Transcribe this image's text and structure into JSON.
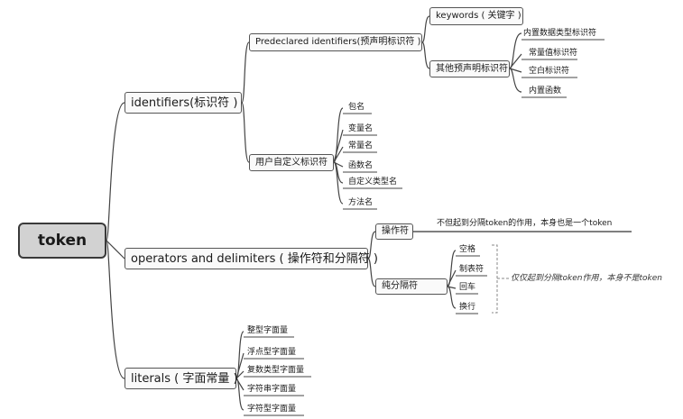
{
  "root": {
    "label": "token"
  },
  "identifiers": {
    "label": "identifiers(标识符 )",
    "predeclared": {
      "label": "Predeclared identifiers(预声明标识符 )",
      "keywords": "keywords ( 关键字 )",
      "others": {
        "label": "其他预声明标识符",
        "items": [
          "内置数据类型标识符",
          "常量值标识符",
          "空白标识符",
          "内置函数"
        ]
      }
    },
    "user_defined": {
      "label": "用户自定义标识符",
      "items": [
        "包名",
        "变量名",
        "常量名",
        "函数名",
        "自定义类型名",
        "方法名"
      ]
    }
  },
  "operators": {
    "label": "operators and delimiters ( 操作符和分隔符 )",
    "operator": {
      "label": "操作符",
      "note": "不但起到分隔token的作用，本身也是一个token"
    },
    "pure_delimiter": {
      "label": "纯分隔符",
      "items": [
        "空格",
        "制表符",
        "回车",
        "换行"
      ],
      "note": "仅仅起到分隔token作用，本身不是token"
    }
  },
  "literals": {
    "label": "literals ( 字面常量 )",
    "items": [
      "整型字面量",
      "浮点型字面量",
      "复数类型字面量",
      "字符串字面量",
      "字符型字面量"
    ]
  }
}
